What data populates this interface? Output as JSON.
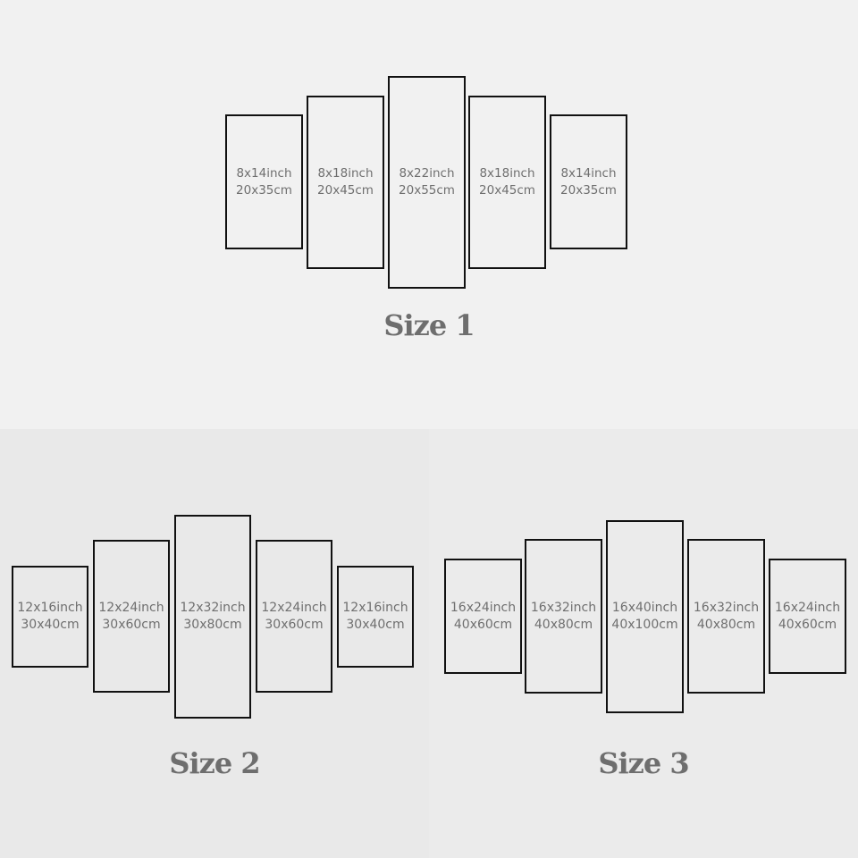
{
  "sizes": [
    {
      "title": "Size 1",
      "panels": [
        {
          "inch": "8x14inch",
          "cm": "20x35cm"
        },
        {
          "inch": "8x18inch",
          "cm": "20x45cm"
        },
        {
          "inch": "8x22inch",
          "cm": "20x55cm"
        },
        {
          "inch": "8x18inch",
          "cm": "20x45cm"
        },
        {
          "inch": "8x14inch",
          "cm": "20x35cm"
        }
      ]
    },
    {
      "title": "Size 2",
      "panels": [
        {
          "inch": "12x16inch",
          "cm": "30x40cm"
        },
        {
          "inch": "12x24inch",
          "cm": "30x60cm"
        },
        {
          "inch": "12x32inch",
          "cm": "30x80cm"
        },
        {
          "inch": "12x24inch",
          "cm": "30x60cm"
        },
        {
          "inch": "12x16inch",
          "cm": "30x40cm"
        }
      ]
    },
    {
      "title": "Size 3",
      "panels": [
        {
          "inch": "16x24inch",
          "cm": "40x60cm"
        },
        {
          "inch": "16x32inch",
          "cm": "40x80cm"
        },
        {
          "inch": "16x40inch",
          "cm": "40x100cm"
        },
        {
          "inch": "16x32inch",
          "cm": "40x80cm"
        },
        {
          "inch": "16x24inch",
          "cm": "40x60cm"
        }
      ]
    }
  ],
  "colors": {
    "frame_border": "#111111",
    "label_text": "#6f6f6f",
    "title_text": "#6e6e6e"
  }
}
